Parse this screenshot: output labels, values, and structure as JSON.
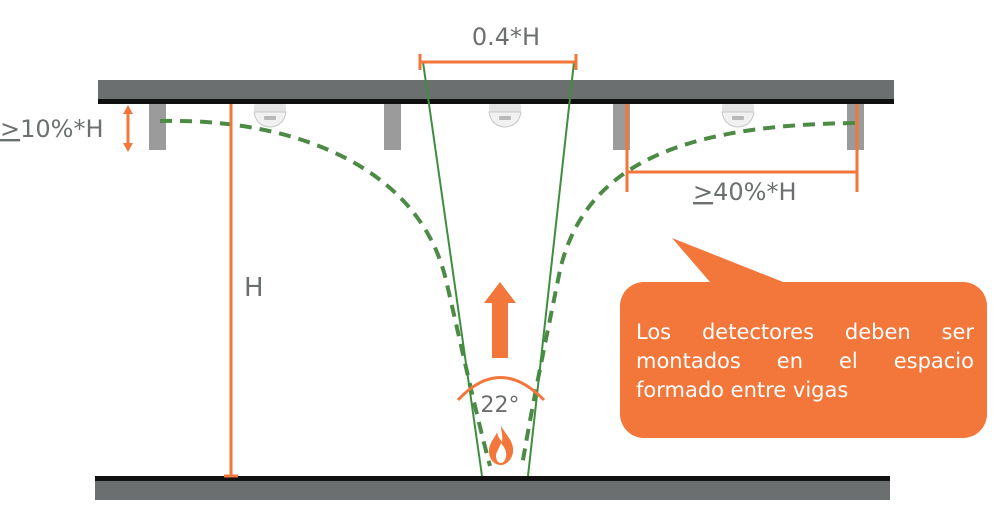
{
  "colors": {
    "ceiling_beam": "#6b6f70",
    "beam_edge": "#111111",
    "dimension_orange": "#f3763a",
    "smoke_green": "#4c8a45",
    "plume_green": "#3f8e3f",
    "callout_orange": "#f3763a",
    "text_gray": "#6b6f70",
    "vertical_beam_gray": "#9b9b9b"
  },
  "labels": {
    "plume_width": "0.4*H",
    "beam_depth": ">10%*H",
    "beam_depth_prefix": ">",
    "beam_depth_rest": "10%*H",
    "spacing": ">40%*H",
    "spacing_prefix": ">",
    "spacing_rest": "40%*H",
    "height": "H",
    "angle": "22°"
  },
  "callout": {
    "line1": "Los detectores deben ser",
    "line2": "montados en el espacio",
    "line3": "formado entre vigas"
  },
  "icons": {
    "fire": "flame-icon",
    "smoke_detector": "smoke-detector-icon",
    "arrow": "up-arrow-icon"
  }
}
